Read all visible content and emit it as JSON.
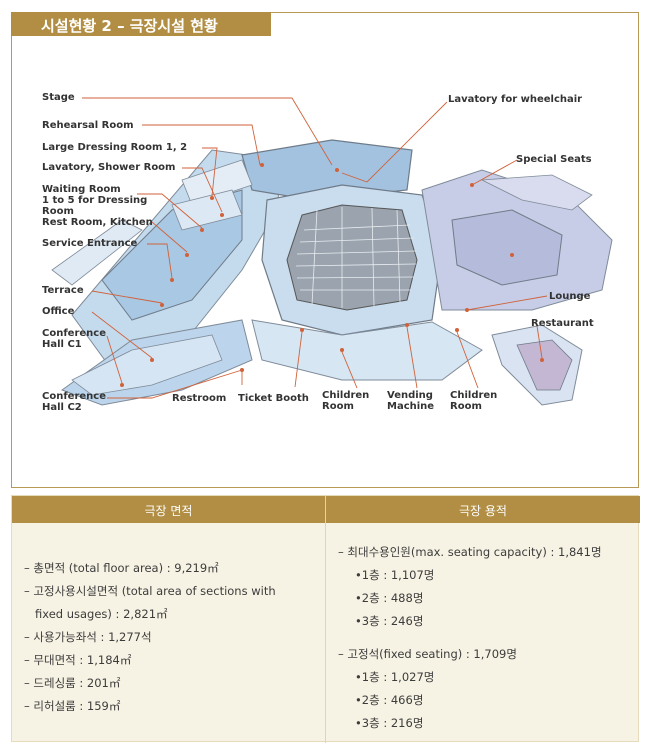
{
  "title": "시설현황 2 – 극장시설 현황",
  "diagram": {
    "labels": {
      "stage": "Stage",
      "rehearsal": "Rehearsal Room",
      "large_dressing": "Large Dressing Room 1, 2",
      "lavatory_shower": "Lavatory, Shower Room",
      "waiting_1": "Waiting Room",
      "waiting_2": "1 to 5 for Dressing",
      "waiting_3": "Room",
      "rest_room": "Rest Room, Kitchen",
      "service_entrance": "Service Entrance",
      "terrace": "Terrace",
      "office": "Office",
      "conf_c1_1": "Conference",
      "conf_c1_2": "Hall C1",
      "conf_c2_1": "Conference",
      "conf_c2_2": "Hall C2",
      "restroom": "Restroom",
      "ticket_booth": "Ticket Booth",
      "children_room_a_1": "Children",
      "children_room_a_2": "Room",
      "vending_1": "Vending",
      "vending_2": "Machine",
      "children_room_b_1": "Children",
      "children_room_b_2": "Room",
      "lavatory_wheelchair": "Lavatory for wheelchair",
      "special_seats": "Special Seats",
      "lounge": "Lounge",
      "restaurant": "Restaurant"
    }
  },
  "table": {
    "left_header": "극장 면적",
    "right_header": "극장 용적",
    "left_rows": [
      "– 총면적 (total floor area) : 9,219㎡",
      "– 고정사용시설면적 (total area of sections with",
      "fixed usages) : 2,821㎡",
      "– 사용가능좌석 : 1,277석",
      "– 무대면적 : 1,184㎡",
      "– 드레싱룸 : 201㎡",
      "– 리허설룸 : 159㎡"
    ],
    "right_rows": [
      "– 최대수용인원(max. seating capacity) : 1,841명",
      "•1층 : 1,107명",
      "•2층 : 488명",
      "•3층 : 246명",
      "– 고정석(fixed seating) : 1,709명",
      "•1층 : 1,027명",
      "•2층 : 466명",
      "•3층 : 216명"
    ]
  },
  "colors": {
    "accent": "#b18e43",
    "panel_bg": "#f7f3e4",
    "floor_blue": "#b7d3ea",
    "wall_gray": "#8a8f99",
    "leader": "#d0623a"
  }
}
